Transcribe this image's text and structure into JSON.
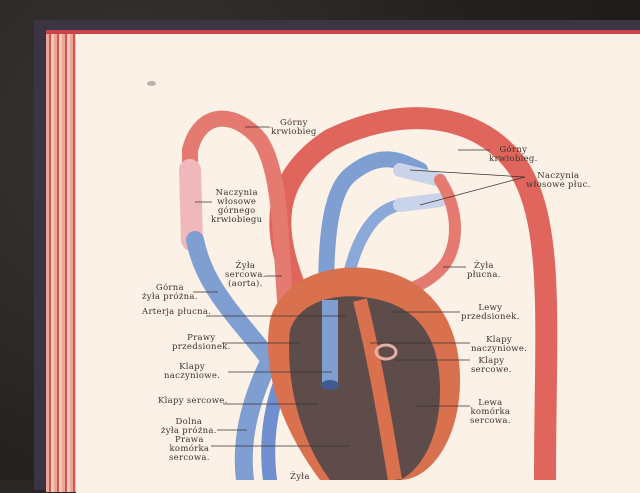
{
  "labels": {
    "gorny_left": [
      "Górny",
      "krwiobieg"
    ],
    "naczynia_gornego": [
      "Naczynia",
      "włosowe",
      "górnego",
      "krwiobiegu"
    ],
    "zyla_sercowa": [
      "Żyła",
      "sercowa.",
      "(aorta)."
    ],
    "gorna_zyla": [
      "Górna",
      "żyła próżna."
    ],
    "arterja": "Arterja płucna.",
    "prawy_przedsionek": [
      "Prawy",
      "przedsionek."
    ],
    "klapy_naczyniowe_left": [
      "Klapy",
      "naczyniowe."
    ],
    "klapy_sercowe_left": "Klapy sercowe.",
    "dolna_zyla": [
      "Dolna",
      "żyła próżna."
    ],
    "prawa_komorka": [
      "Prawa",
      "komórka",
      "sercowa."
    ],
    "zyla_bottom": "Żyła",
    "gorny_right": [
      "Górny",
      "krwiobieg."
    ],
    "naczynia_pluc": [
      "Naczynia",
      "włosowe płuc."
    ],
    "zyla_plucna": [
      "Żyła",
      "płucna."
    ],
    "lewy_przedsionek": [
      "Lewy",
      "przedsionek."
    ],
    "klapy_naczyniowe_right": [
      "Klapy",
      "naczyniowe."
    ],
    "klapy_sercowe_right": [
      "Klapy",
      "sercowe."
    ],
    "lewa_komorka": [
      "Lewa",
      "komórka",
      "sercowa."
    ]
  },
  "colors": {
    "artery": "#e0655c",
    "vein": "#7f9fd3",
    "heart_wall": "#d9714f",
    "heart_inner": "#5a4a48",
    "page": "#fbf1e6",
    "edge": "#d5554b"
  }
}
